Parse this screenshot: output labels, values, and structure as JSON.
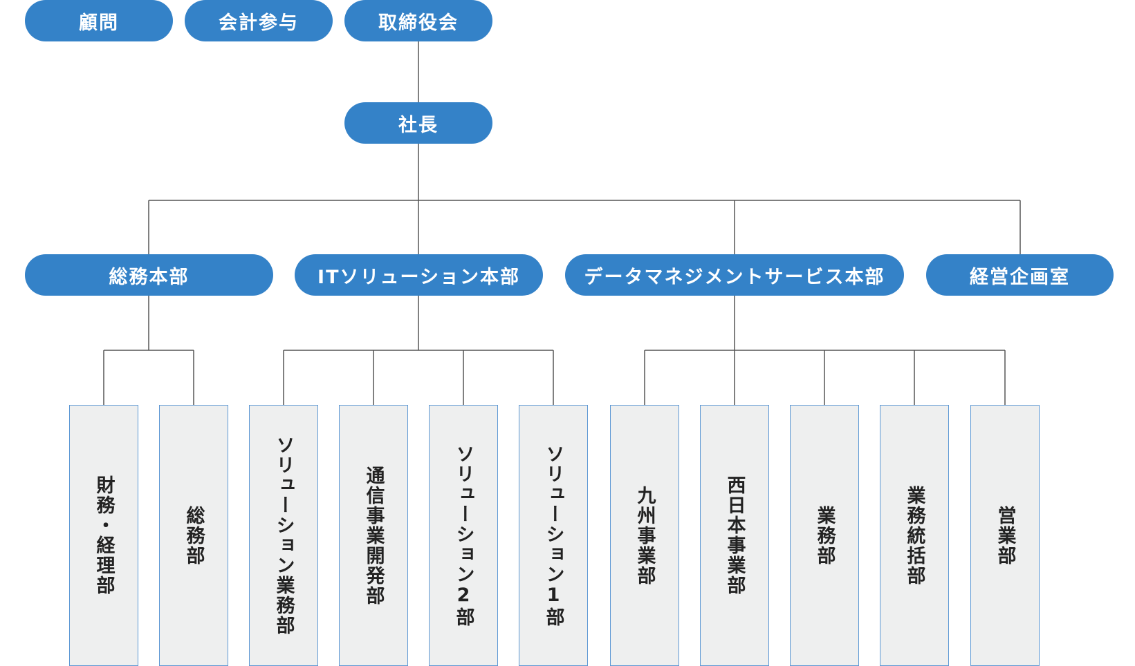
{
  "colors": {
    "pill_fill": "#3482c8",
    "dept_fill": "#eeefef",
    "dept_border": "#5b97d4",
    "connector": "#555555"
  },
  "top_row": {
    "advisor": "顧問",
    "accounting_advisor": "会計参与",
    "board": "取締役会"
  },
  "president": "社長",
  "divisions": {
    "general_affairs": "総務本部",
    "it_solutions": "ITソリューション本部",
    "data_management": "データマネジメントサービス本部",
    "corporate_planning": "経営企画室"
  },
  "departments": {
    "finance_accounting": "財務・経理部",
    "general_affairs_dept": "総務部",
    "solution_business": "ソリューション業務部",
    "telecom_dev": "通信事業開発部",
    "solution_2": "ソリューション2部",
    "solution_1": "ソリューション1部",
    "kyushu_business": "九州事業部",
    "west_japan_business": "西日本事業部",
    "operations": "業務部",
    "operations_control": "業務統括部",
    "sales": "営業部"
  }
}
